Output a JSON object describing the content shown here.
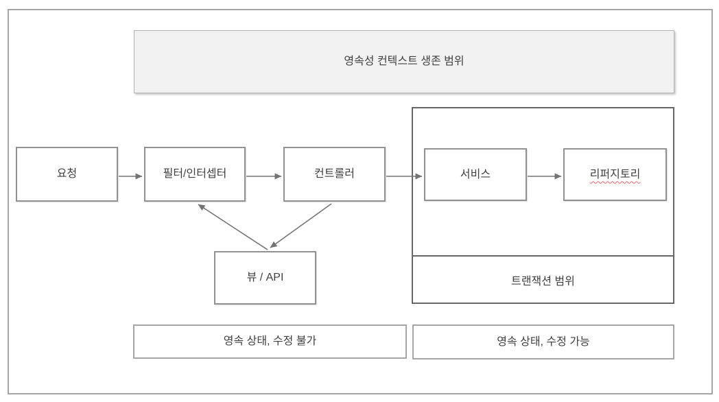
{
  "diagram": {
    "persistence_scope": {
      "label": "영속성 컨텍스트 생존 범위"
    },
    "nodes": {
      "request": {
        "label": "요청"
      },
      "filter_interceptor": {
        "label": "필터/인터셉터"
      },
      "controller": {
        "label": "컨트롤러"
      },
      "service": {
        "label": "서비스"
      },
      "repository": {
        "label": "리퍼지토리",
        "spellcheck_underline": true
      },
      "view_api": {
        "label": "뷰 / API"
      }
    },
    "transaction_scope": {
      "label": "트랜잭션 범위"
    },
    "notes": {
      "left": {
        "label": "영속 상태, 수정 불가"
      },
      "right": {
        "label": "영속 상태, 수정 가능"
      }
    },
    "edges": [
      {
        "from": "요청",
        "to": "필터/인터셉터"
      },
      {
        "from": "필터/인터셉터",
        "to": "컨트롤러"
      },
      {
        "from": "컨트롤러",
        "to": "서비스"
      },
      {
        "from": "서비스",
        "to": "리퍼지토리"
      },
      {
        "from": "컨트롤러",
        "to": "뷰 / API"
      },
      {
        "from": "뷰 / API",
        "to": "필터/인터셉터"
      }
    ],
    "colors": {
      "scope_fill": "#f2f2f2",
      "box_border": "#919191",
      "container_border": "#666666",
      "frame_border": "#a6a6a6",
      "arrow": "#737373",
      "text": "#404040",
      "spellcheck_underline": "#ff5a5a"
    }
  }
}
